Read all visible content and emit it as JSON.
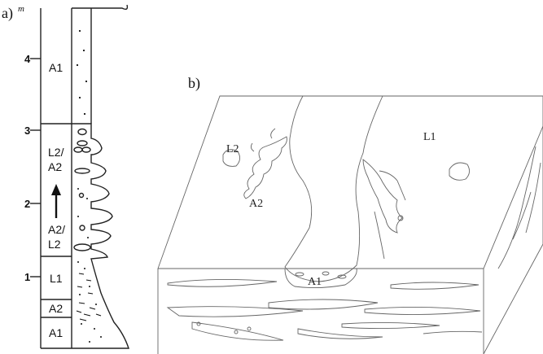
{
  "panel_a": {
    "label": "a)",
    "label_suffix": "m",
    "depth_ticks": [
      "1",
      "2",
      "3",
      "4"
    ],
    "units": {
      "a1_bottom": "A1",
      "a2": "A2",
      "l1": "L1",
      "a2_l2_line1": "A2/",
      "a2_l2_line2": "L2",
      "l2_a2_line1": "L2/",
      "l2_a2_line2": "A2",
      "a1_top": "A1"
    }
  },
  "panel_b": {
    "label": "b)",
    "labels": {
      "l2": "L2",
      "a2": "A2",
      "l1": "L1",
      "a1": "A1"
    }
  }
}
